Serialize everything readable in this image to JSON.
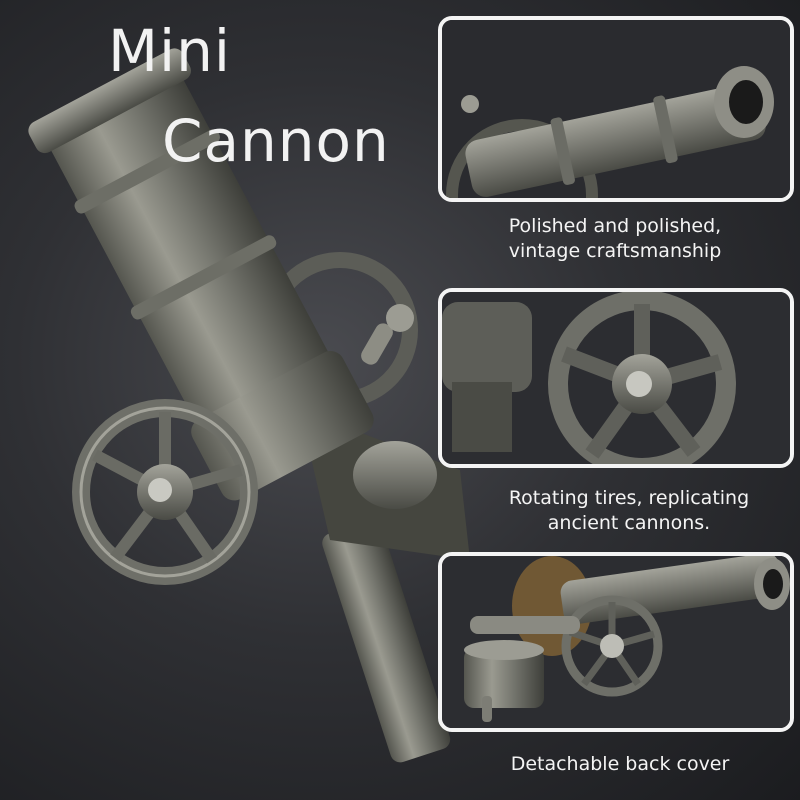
{
  "title": {
    "line1": "Mini",
    "line2": "Cannon"
  },
  "features": [
    {
      "line1": "Polished and polished,",
      "line2": "vintage craftsmanship"
    },
    {
      "line1": "Rotating tires, replicating",
      "line2": "ancient cannons."
    },
    {
      "line1": "Detachable back cover"
    }
  ],
  "colors": {
    "background": "#2f3034",
    "metal": "#8a8a82",
    "panel_border": "#f4f4f4",
    "text": "#f2f2f2"
  }
}
